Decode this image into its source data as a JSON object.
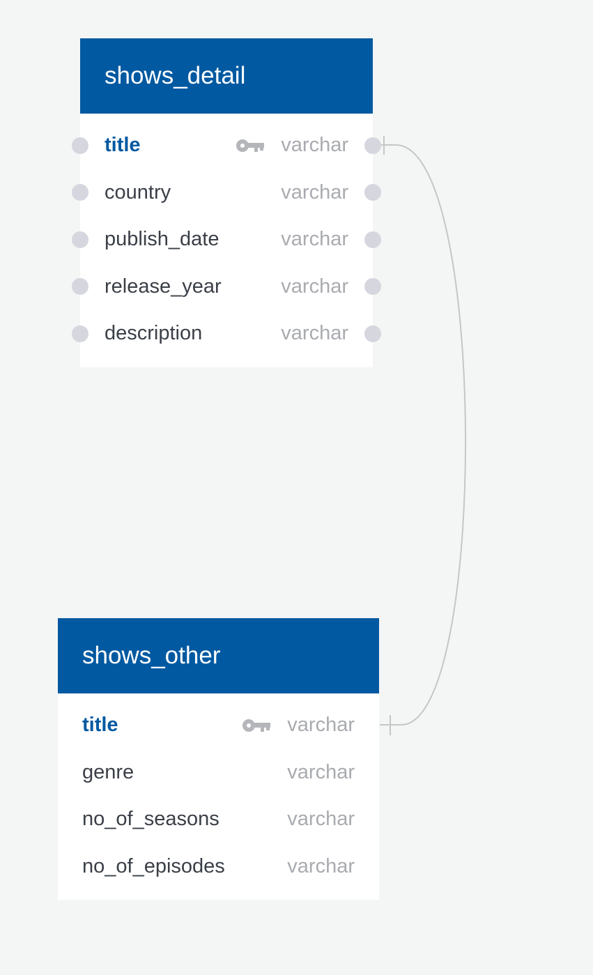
{
  "tables": [
    {
      "name": "shows_detail",
      "columns": [
        {
          "name": "title",
          "type": "varchar",
          "primary_key": true
        },
        {
          "name": "country",
          "type": "varchar",
          "primary_key": false
        },
        {
          "name": "publish_date",
          "type": "varchar",
          "primary_key": false
        },
        {
          "name": "release_year",
          "type": "varchar",
          "primary_key": false
        },
        {
          "name": "description",
          "type": "varchar",
          "primary_key": false
        }
      ]
    },
    {
      "name": "shows_other",
      "columns": [
        {
          "name": "title",
          "type": "varchar",
          "primary_key": true
        },
        {
          "name": "genre",
          "type": "varchar",
          "primary_key": false
        },
        {
          "name": "no_of_seasons",
          "type": "varchar",
          "primary_key": false
        },
        {
          "name": "no_of_episodes",
          "type": "varchar",
          "primary_key": false
        }
      ]
    }
  ],
  "relationships": [
    {
      "from": "shows_detail.title",
      "to": "shows_other.title",
      "cardinality": "one-to-one"
    }
  ],
  "colors": {
    "header": "#0059a1",
    "background": "#f4f5f5",
    "connector": "#c5c6c6",
    "type_text": "#a9abb0",
    "dot": "#d5d6de"
  }
}
